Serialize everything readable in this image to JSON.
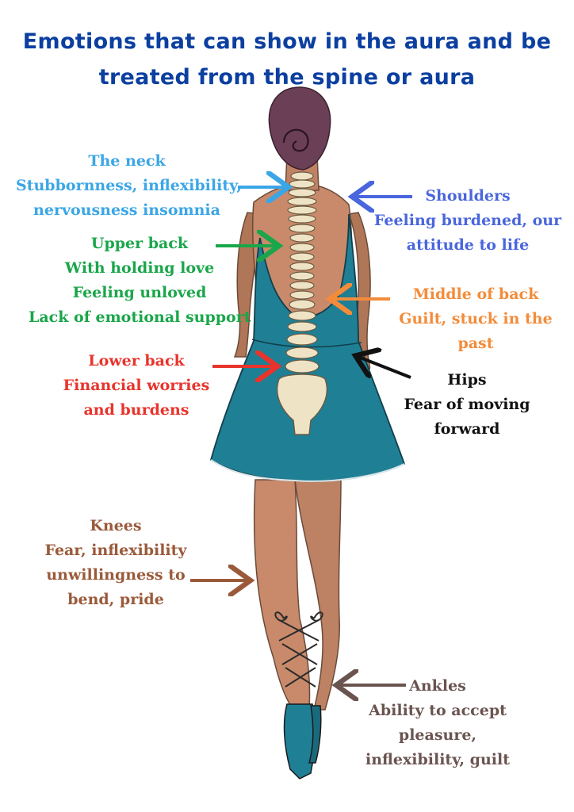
{
  "title": {
    "line1": "Emotions that can show in the aura and be",
    "line2": "treated from the spine or aura"
  },
  "colors": {
    "title": "#0b3fa0",
    "neck": "#3ba6e6",
    "shoulders": "#4a66dd",
    "upper_back": "#1aa64a",
    "middle_back": "#f28c3a",
    "lower_back": "#e8342c",
    "hips": "#111111",
    "knees": "#9a5a3a",
    "ankles": "#6a5450",
    "dress": "#1f7f95",
    "skin": "#c88a6b",
    "hair": "#6b3f55"
  },
  "labels": {
    "neck": [
      "The neck",
      "Stubbornness, inflexibility,",
      "nervousness insomnia"
    ],
    "shoulders": [
      "Shoulders",
      "Feeling burdened, our",
      "attitude to life"
    ],
    "upper_back": [
      "Upper back",
      "With holding love",
      "Feeling unloved",
      "Lack of emotional support"
    ],
    "middle_back": [
      "Middle of back",
      "Guilt, stuck in the",
      "past"
    ],
    "lower_back": [
      "Lower back",
      "Financial worries",
      "and burdens"
    ],
    "hips": [
      "Hips",
      "Fear of moving",
      "forward"
    ],
    "knees": [
      "Knees",
      "Fear, inflexibility",
      "unwillingness to",
      "bend, pride"
    ],
    "ankles": [
      "Ankles",
      "Ability to accept",
      "pleasure,",
      "inflexibility, guilt"
    ]
  }
}
